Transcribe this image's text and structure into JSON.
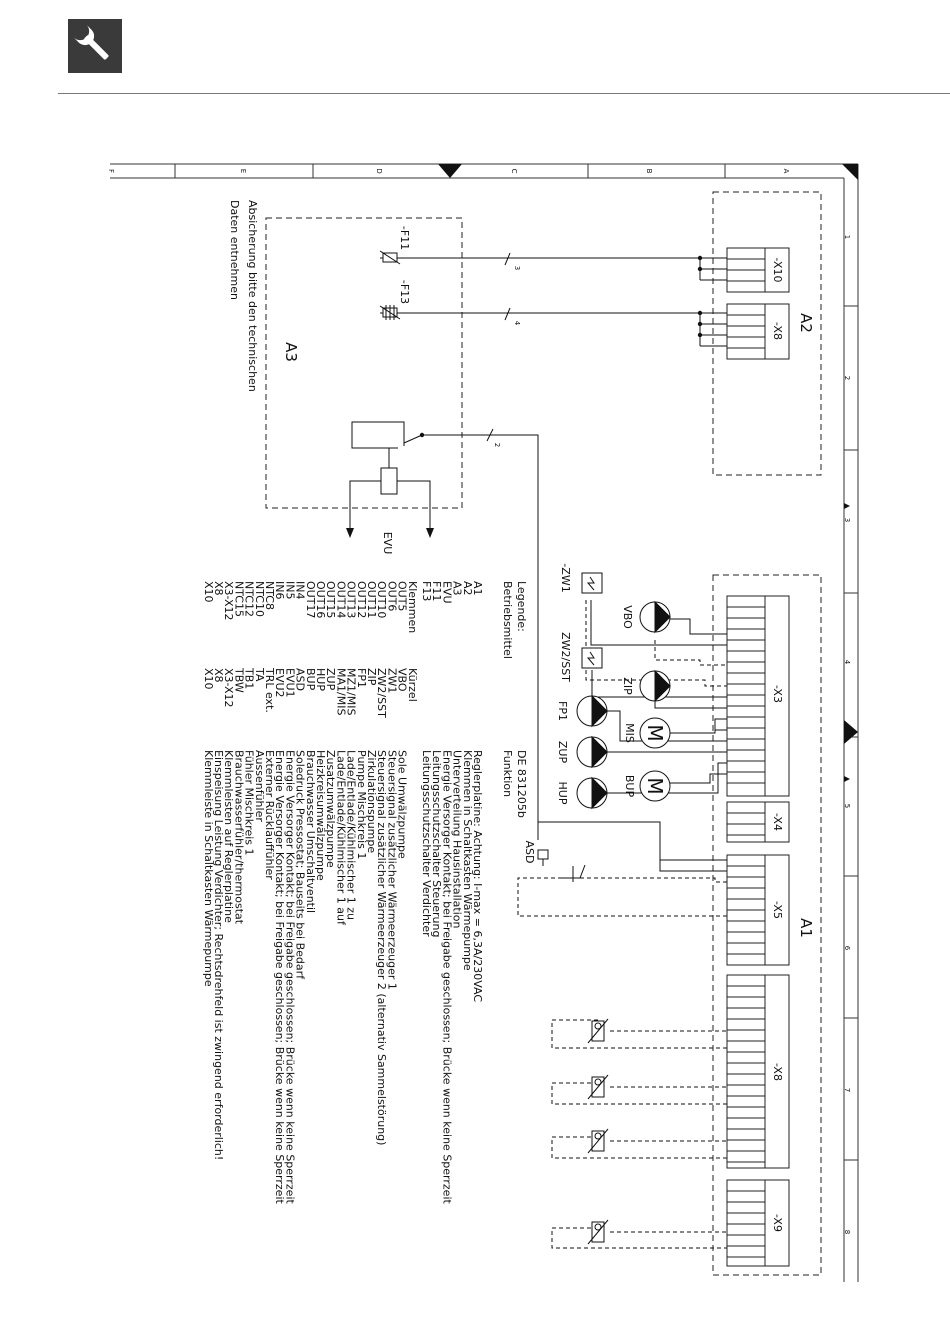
{
  "header": {
    "icon": "wrench-icon"
  },
  "frame": {
    "rows": [
      "A",
      "B",
      "C",
      "D",
      "E",
      "F"
    ],
    "cols": [
      "1",
      "2",
      "3",
      "4",
      "5",
      "6",
      "7",
      "8"
    ]
  },
  "modules": {
    "a1": "A1",
    "a2": "A2",
    "a3": "A3"
  },
  "terminals": {
    "x10_top": "-X10",
    "x8_top": "-X8",
    "x3": "-X3",
    "x4": "-X4",
    "x5": "-X5",
    "x8": "-X8",
    "x9": "-X9"
  },
  "fuses": {
    "f11": "-F11",
    "f13": "-F13"
  },
  "wire_counts": {
    "w3": "3",
    "w4": "4",
    "w2": "2"
  },
  "devices": {
    "zw1": "-ZW1",
    "vbo": "VBO",
    "zw2": "ZW2/SST",
    "zip": "ZIP",
    "mis": "MIS",
    "fp1": "FP1",
    "zup": "ZUP",
    "bup": "BUP",
    "hup": "HUP",
    "asd": "ASD",
    "evu": "EVU",
    "motor": "M"
  },
  "a3_note": [
    "Absicherung bitte den technischen",
    "Daten entnehmen"
  ],
  "legend": {
    "title": "Legende:",
    "col1_header": "Betriebsmittel",
    "col3_header1": "DE 831205b",
    "col3_header2": "Funktion",
    "items1": [
      [
        "A1",
        "",
        "Reglerplatine: Achtung: I-max = 6,3A/230VAC"
      ],
      [
        "A2",
        "",
        "Klemmen in Schaltkasten Wärmepumpe"
      ],
      [
        "A3",
        "",
        "Unterverteilung Hausinstallation"
      ],
      [
        "EVU",
        "",
        "Energie Versorger Kontakt; bei Freigabe geschlossen; Brücke wenn keine Sperrzeit"
      ],
      [
        "F11",
        "",
        "Leitungsschutzschalter Steuerung"
      ],
      [
        "F13",
        "",
        "Leitungsschutzschalter Verdichter"
      ]
    ],
    "subheader": [
      "Klemmen",
      "Kürzel",
      ""
    ],
    "items2": [
      [
        "OUT5",
        "VBO",
        "Sole Umwälzpumpe"
      ],
      [
        "OUT6",
        "ZW1",
        "Steuersignal zusätzlicher Wärmeerzeuger 1"
      ],
      [
        "OUT10",
        "ZW2/SST",
        "Steuersignal zusätzlicher Wärmeerzeuger 2 (alternativ Sammelstörung)"
      ],
      [
        "OUT11",
        "ZIP",
        "Zirkulationspumpe"
      ],
      [
        "OUT12",
        "FP1",
        "Pumpe Mischkreis 1"
      ],
      [
        "OUT13",
        "MZ1/MIS",
        "Lade/Entlade/Kühlmischer 1 zu"
      ],
      [
        "OUT14",
        "MA1/MIS",
        "Lade/Entlade/Kühlmischer 1 auf"
      ],
      [
        "OUT15",
        "ZUP",
        "Zusatzumwälzpumpe"
      ],
      [
        "OUT16",
        "HUP",
        "Heizkreisumwälzpumpe"
      ],
      [
        "OUT17",
        "BUP",
        "Brauchwasser Umschaltventil"
      ],
      [
        "IN4",
        "ASD",
        "Soledruck Pressostat; Bauseits bei Bedarf"
      ],
      [
        "IN5",
        "EVU1",
        "Energie Versorger Kontakt; bei Freigabe geschlossen; Brücke wenn keine Sperrzeit"
      ],
      [
        "IN6",
        "EVU2",
        "Energie Versorger Kontakt; bei Freigabe geschlossen; Brücke wenn keine Sperrzeit"
      ],
      [
        "NTC8",
        "TRL ext.",
        "Externer Rücklauffühler"
      ],
      [
        "NTC10",
        "TA",
        "Aussenfühler"
      ],
      [
        "NTC12",
        "TB1",
        "Fühler Mischkreis 1"
      ],
      [
        "NTC15",
        "TBW",
        "Brauchwasserfühler/thermostat"
      ],
      [
        "X3-X12",
        "X3-X12",
        "Klemmleisten auf Reglerplatine"
      ],
      [
        "X8",
        "X8",
        "Einspeisung Leistung Verdichter; Rechtsdrehfeld ist zwingend erforderlich!"
      ],
      [
        "X10",
        "X10",
        "Klemmleiste in Schaltkasten Wärmepumpe"
      ]
    ]
  }
}
